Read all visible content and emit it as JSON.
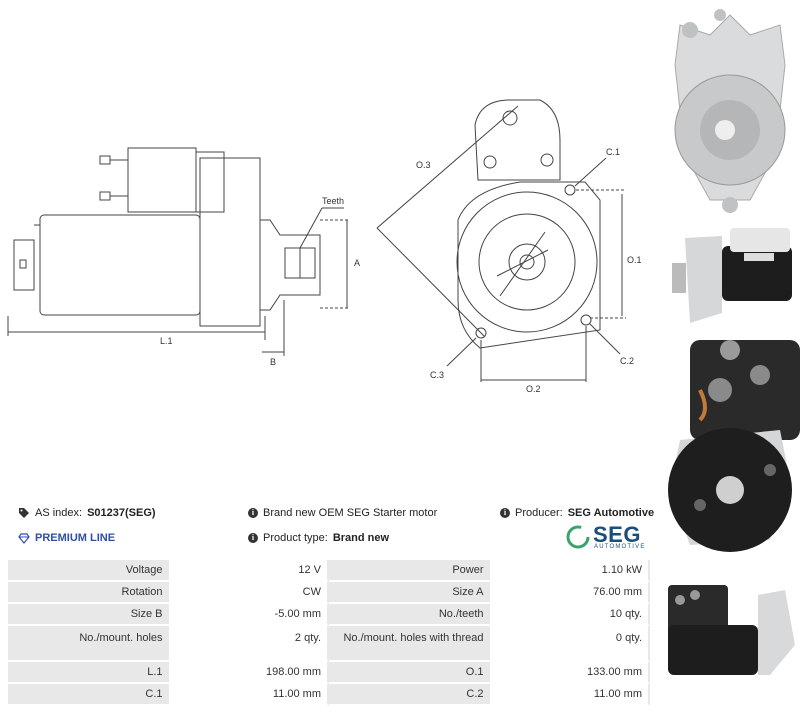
{
  "drawing": {
    "labels": {
      "teeth": "Teeth",
      "a": "A",
      "b": "B",
      "l1": "L.1",
      "o3": "O.3",
      "c1": "C.1",
      "o1": "O.1",
      "c2": "C.2",
      "c3": "C.3",
      "o2": "O.2"
    }
  },
  "info": {
    "as_index_label": "AS index:",
    "as_index_value": "S01237(SEG)",
    "premium": "PREMIUM LINE",
    "description": "Brand new OEM SEG Starter motor",
    "product_type_label": "Product type:",
    "product_type_value": "Brand new",
    "producer_label": "Producer:",
    "producer_value": "SEG Automotive"
  },
  "logo": {
    "brand": "SEG",
    "sub": "AUTOMOTIVE"
  },
  "specs": [
    {
      "k1": "Voltage",
      "v1": "12 V",
      "k2": "Power",
      "v2": "1.10 kW"
    },
    {
      "k1": "Rotation",
      "v1": "CW",
      "k2": "Size A",
      "v2": "76.00 mm"
    },
    {
      "k1": "Size B",
      "v1": "-5.00 mm",
      "k2": "No./teeth",
      "v2": "10 qty."
    },
    {
      "k1": "No./mount. holes",
      "v1": "2 qty.",
      "k2": "No./mount. holes with thread",
      "v2": "0 qty."
    },
    {
      "k1": "L.1",
      "v1": "198.00 mm",
      "k2": "O.1",
      "v2": "133.00 mm"
    },
    {
      "k1": "C.1",
      "v1": "11.00 mm",
      "k2": "C.2",
      "v2": "11.00 mm"
    }
  ],
  "colors": {
    "premium": "#2f4fa8",
    "logo": "#1a4e7a",
    "logo_ring": "#3aa36b",
    "table_key_bg": "#e8e8e8"
  }
}
